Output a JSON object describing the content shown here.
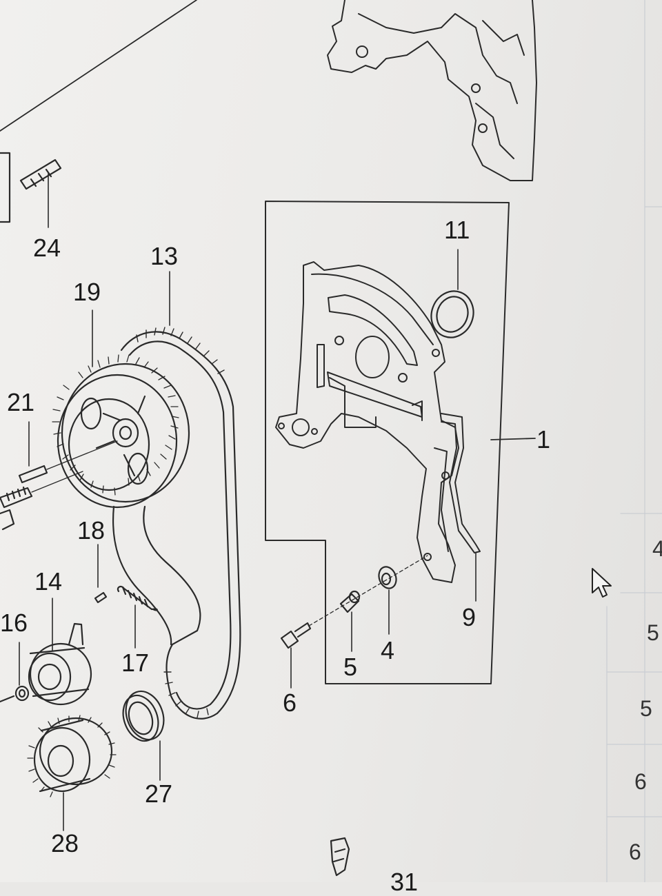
{
  "callouts": {
    "c24": "24",
    "c13": "13",
    "c19": "19",
    "c21": "21",
    "c18": "18",
    "c14": "14",
    "c16": "16",
    "c17": "17",
    "c27": "27",
    "c28": "28",
    "c11": "11",
    "c1": "1",
    "c9": "9",
    "c4": "4",
    "c5": "5",
    "c6": "6",
    "c31": "31"
  },
  "side_column": [
    "4",
    "5",
    "5",
    "6",
    "6"
  ],
  "colors": {
    "line": "#2a2a2a",
    "background": "#eeedeb",
    "grid": "#c9cdd3"
  },
  "icons": [
    "mouse-pointer-icon"
  ]
}
